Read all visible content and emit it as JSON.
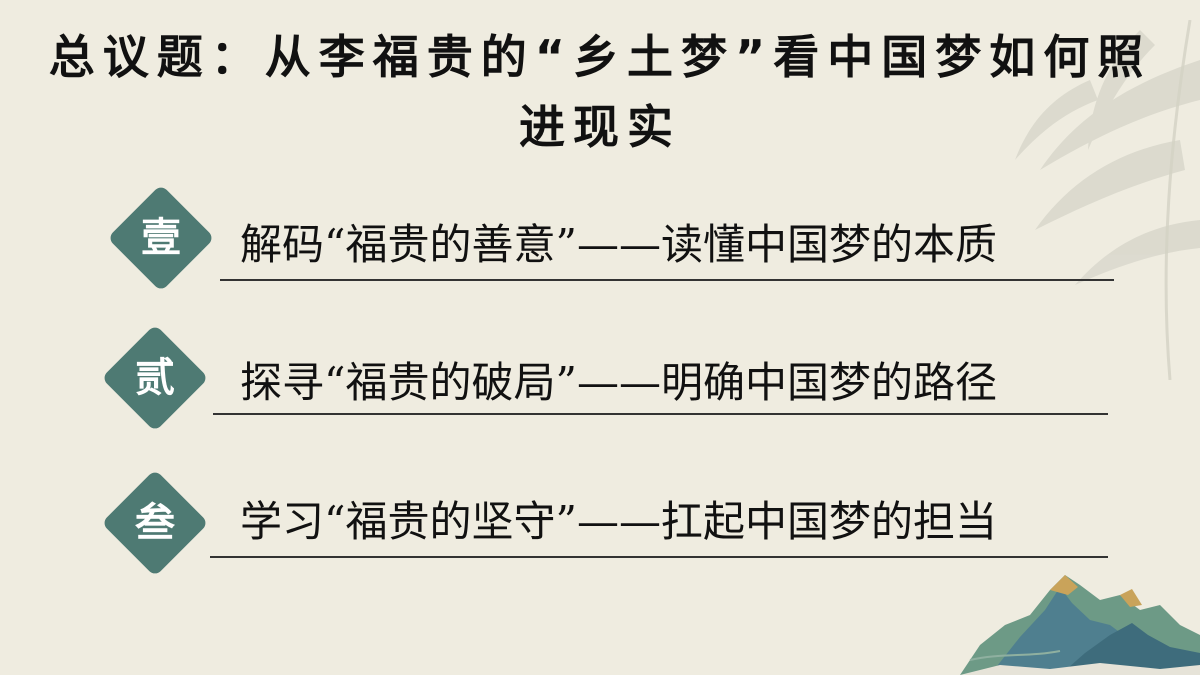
{
  "slide": {
    "title": "总议题：从李福贵的“乡土梦”看中国梦如何照进现实",
    "items": [
      {
        "badge": "壹",
        "text": "解码“福贵的善意”——读懂中国梦的本质"
      },
      {
        "badge": "贰",
        "text": "探寻“福贵的破局”——明确中国梦的路径"
      },
      {
        "badge": "叁",
        "text": "学习“福贵的坚守”——扛起中国梦的担当"
      }
    ]
  },
  "colors": {
    "background": "#efece0",
    "badge": "#4e7a73",
    "text": "#111111"
  },
  "decorations": [
    "bamboo-leaves-watermark",
    "mountain-illustration"
  ]
}
